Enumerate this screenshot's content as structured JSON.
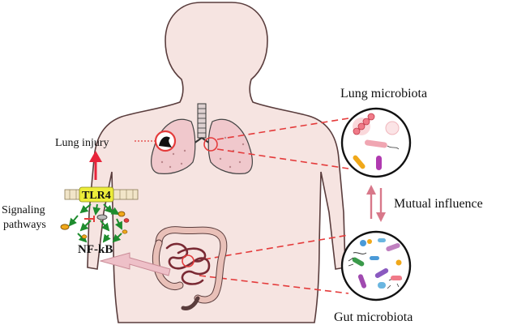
{
  "labels": {
    "lung_microbiota": "Lung microbiota",
    "mutual_influence": "Mutual influence",
    "gut_microbiota": "Gut microbiota",
    "lung_injury": "Lung injury",
    "signaling_line1": "Signaling",
    "signaling_line2": "pathways",
    "tlr4": "TLR4",
    "nfkb": "NF-kB"
  },
  "colors": {
    "body_fill": "#f6e4e1",
    "body_stroke": "#5a3d3d",
    "lung_fill": "#f0c8cc",
    "dashed_red": "#e43b3b",
    "arrow_red": "#e8243a",
    "pink_arrow": "#eec0c8",
    "tlr4_fill": "#eded3a",
    "pathway_green": "#1e8c2e",
    "intestine": "#d98a8e"
  },
  "icons": [
    "lung-icon",
    "intestine-icon",
    "microbe-circle-icon",
    "receptor-icon"
  ]
}
